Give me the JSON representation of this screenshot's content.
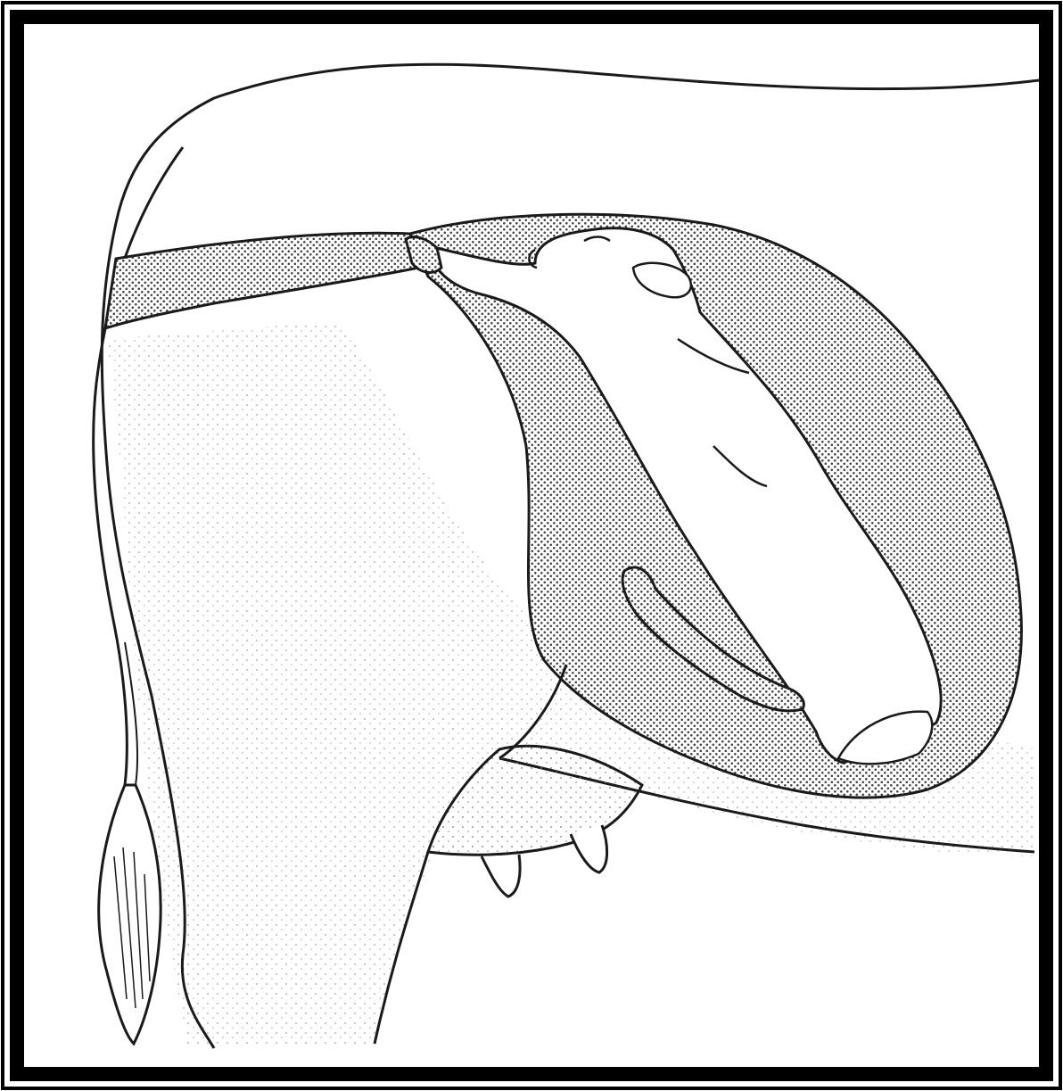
{
  "figure": {
    "colors": {
      "ink": "#1a1a1a",
      "paper": "#ffffff",
      "stipple": "#555555",
      "border": "#000000"
    },
    "parts": [
      "cow-body-outline",
      "tail",
      "uterus",
      "calf",
      "udder",
      "teats",
      "birth-canal"
    ]
  }
}
